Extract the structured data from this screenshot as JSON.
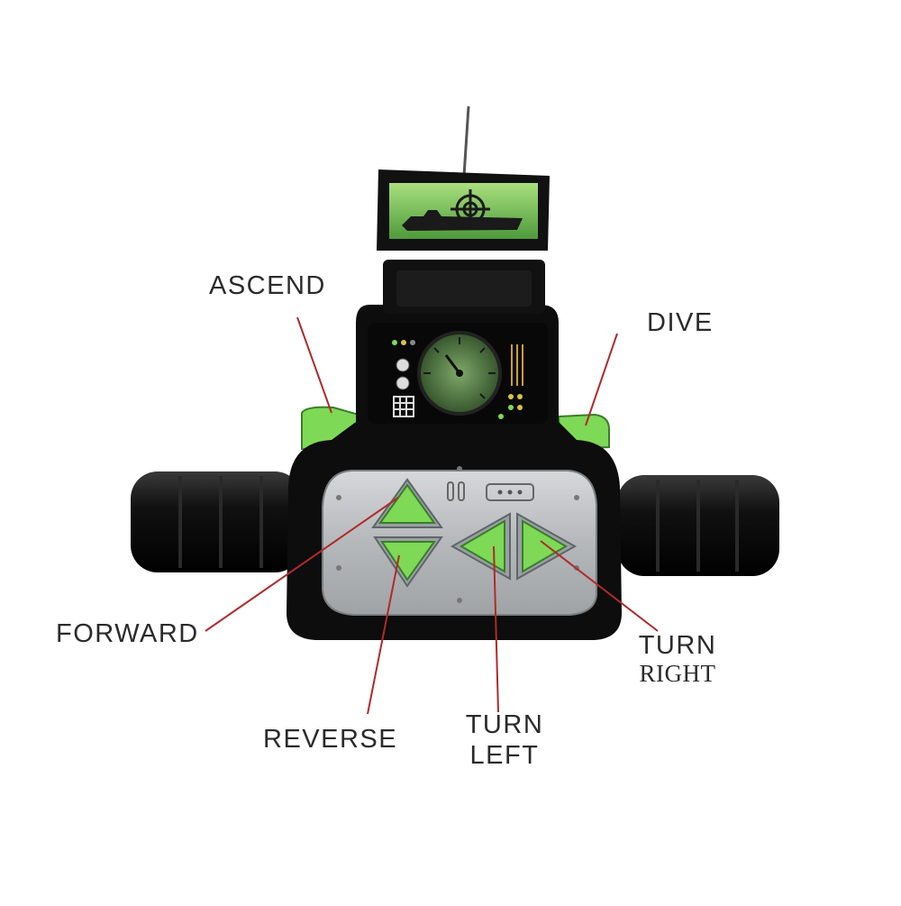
{
  "labels": {
    "ascend": "ASCEND",
    "dive": "DIVE",
    "forward": "FORWARD",
    "reverse": "REVERSE",
    "turn_left_1": "TURN",
    "turn_left_2": "LEFT",
    "turn_right_1": "TURN",
    "turn_right_2": "RIGHT"
  },
  "colors": {
    "body": "#0d0d0d",
    "accent_green": "#7ed957",
    "panel_silver": "#b9bcbf",
    "callout_line": "#b02a2a",
    "label_text": "#2b2b2b"
  },
  "icons": [
    "antenna-icon",
    "target-crosshair-icon",
    "ship-silhouette-icon",
    "gauge-icon",
    "grid-icon"
  ]
}
